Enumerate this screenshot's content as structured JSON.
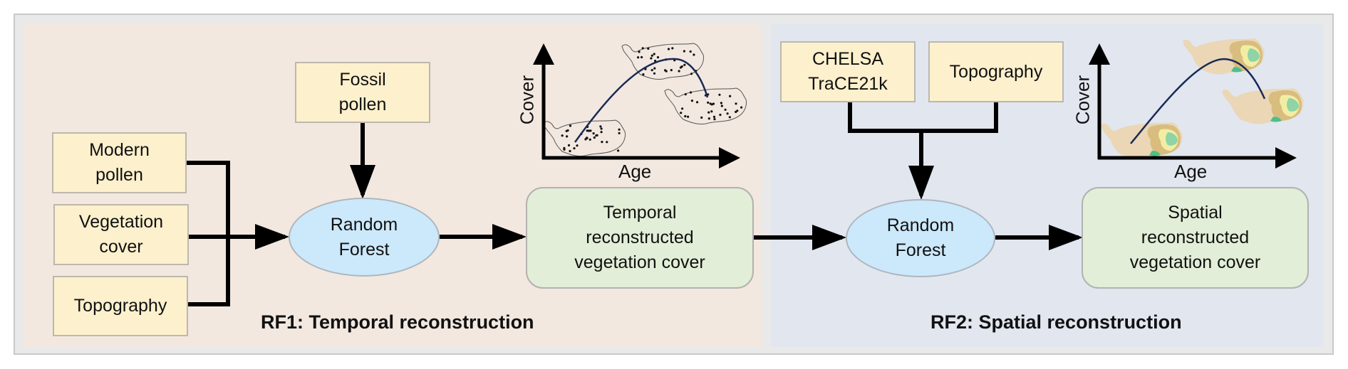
{
  "rf1": {
    "section_label": "RF1: Temporal reconstruction",
    "inputs": {
      "modern_pollen": "Modern\npollen",
      "vegetation_cover": "Vegetation\ncover",
      "topography": "Topography",
      "fossil_pollen": "Fossil\npollen"
    },
    "model": "Random\nForest",
    "output": "Temporal\nreconstructed\nvegetation cover",
    "chart": {
      "ylabel": "Cover",
      "xlabel": "Age",
      "map_style": "point-sites"
    }
  },
  "rf2": {
    "section_label": "RF2: Spatial reconstruction",
    "inputs": {
      "climate": "CHELSA\nTraCE21k",
      "topography": "Topography"
    },
    "model": "Random\nForest",
    "output": "Spatial\nreconstructed\nvegetation cover",
    "chart": {
      "ylabel": "Cover",
      "xlabel": "Age",
      "map_style": "gridded-surface"
    }
  },
  "colors": {
    "rf1_panel": "#f2e8e0",
    "rf2_panel": "#e1e6ef",
    "input_box": "#fdf0cd",
    "model_ellipse": "#cce8fb",
    "output_box": "#e2eed7",
    "curve": "#1a2a55",
    "arrow": "#000000"
  },
  "chart_data": [
    {
      "type": "line",
      "title": "",
      "xlabel": "Age",
      "ylabel": "Cover",
      "shape": "unimodal curve (rise to a peak, then decline)",
      "annotations": [
        "site-point map (early)",
        "site-point map (peak)",
        "site-point map (late)"
      ]
    },
    {
      "type": "line",
      "title": "",
      "xlabel": "Age",
      "ylabel": "Cover",
      "shape": "unimodal curve (rise to a peak, then decline)",
      "annotations": [
        "gridded vegetation map (early)",
        "gridded vegetation map (peak)",
        "gridded vegetation map (late)"
      ]
    }
  ]
}
